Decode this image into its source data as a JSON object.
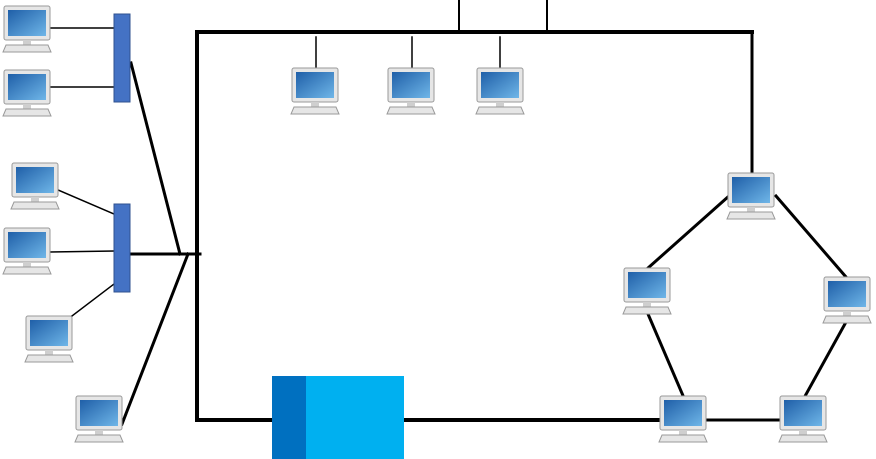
{
  "diagram": {
    "kind": "network-topology",
    "colors": {
      "line": "#000000",
      "hub_fill": "#4472c4",
      "hub_stroke": "#2f528f",
      "device_dark": "#0070c0",
      "device_light": "#00b0f0",
      "screen_top": "#1f5fa8",
      "screen_bottom": "#6fb6e8",
      "bezel": "#e6e6e6",
      "bezel_stroke": "#9a9a9a"
    },
    "hubs": [
      {
        "id": "hub-upper"
      },
      {
        "id": "hub-lower"
      }
    ],
    "computers": [
      {
        "id": "pc-left-1",
        "group": "hub-upper"
      },
      {
        "id": "pc-left-2",
        "group": "hub-upper"
      },
      {
        "id": "pc-left-3",
        "group": "hub-lower"
      },
      {
        "id": "pc-left-4",
        "group": "hub-lower"
      },
      {
        "id": "pc-left-5",
        "group": "hub-lower"
      },
      {
        "id": "pc-left-6",
        "group": "backbone"
      },
      {
        "id": "pc-top-1",
        "group": "bus"
      },
      {
        "id": "pc-top-2",
        "group": "bus"
      },
      {
        "id": "pc-top-3",
        "group": "bus"
      },
      {
        "id": "pc-ring-top",
        "group": "ring"
      },
      {
        "id": "pc-ring-left",
        "group": "ring"
      },
      {
        "id": "pc-ring-right",
        "group": "ring"
      },
      {
        "id": "pc-ring-bottom-left",
        "group": "ring"
      },
      {
        "id": "pc-ring-bottom-right",
        "group": "ring"
      }
    ],
    "central_device": {
      "id": "central-device",
      "icon": "server-block-icon"
    }
  }
}
